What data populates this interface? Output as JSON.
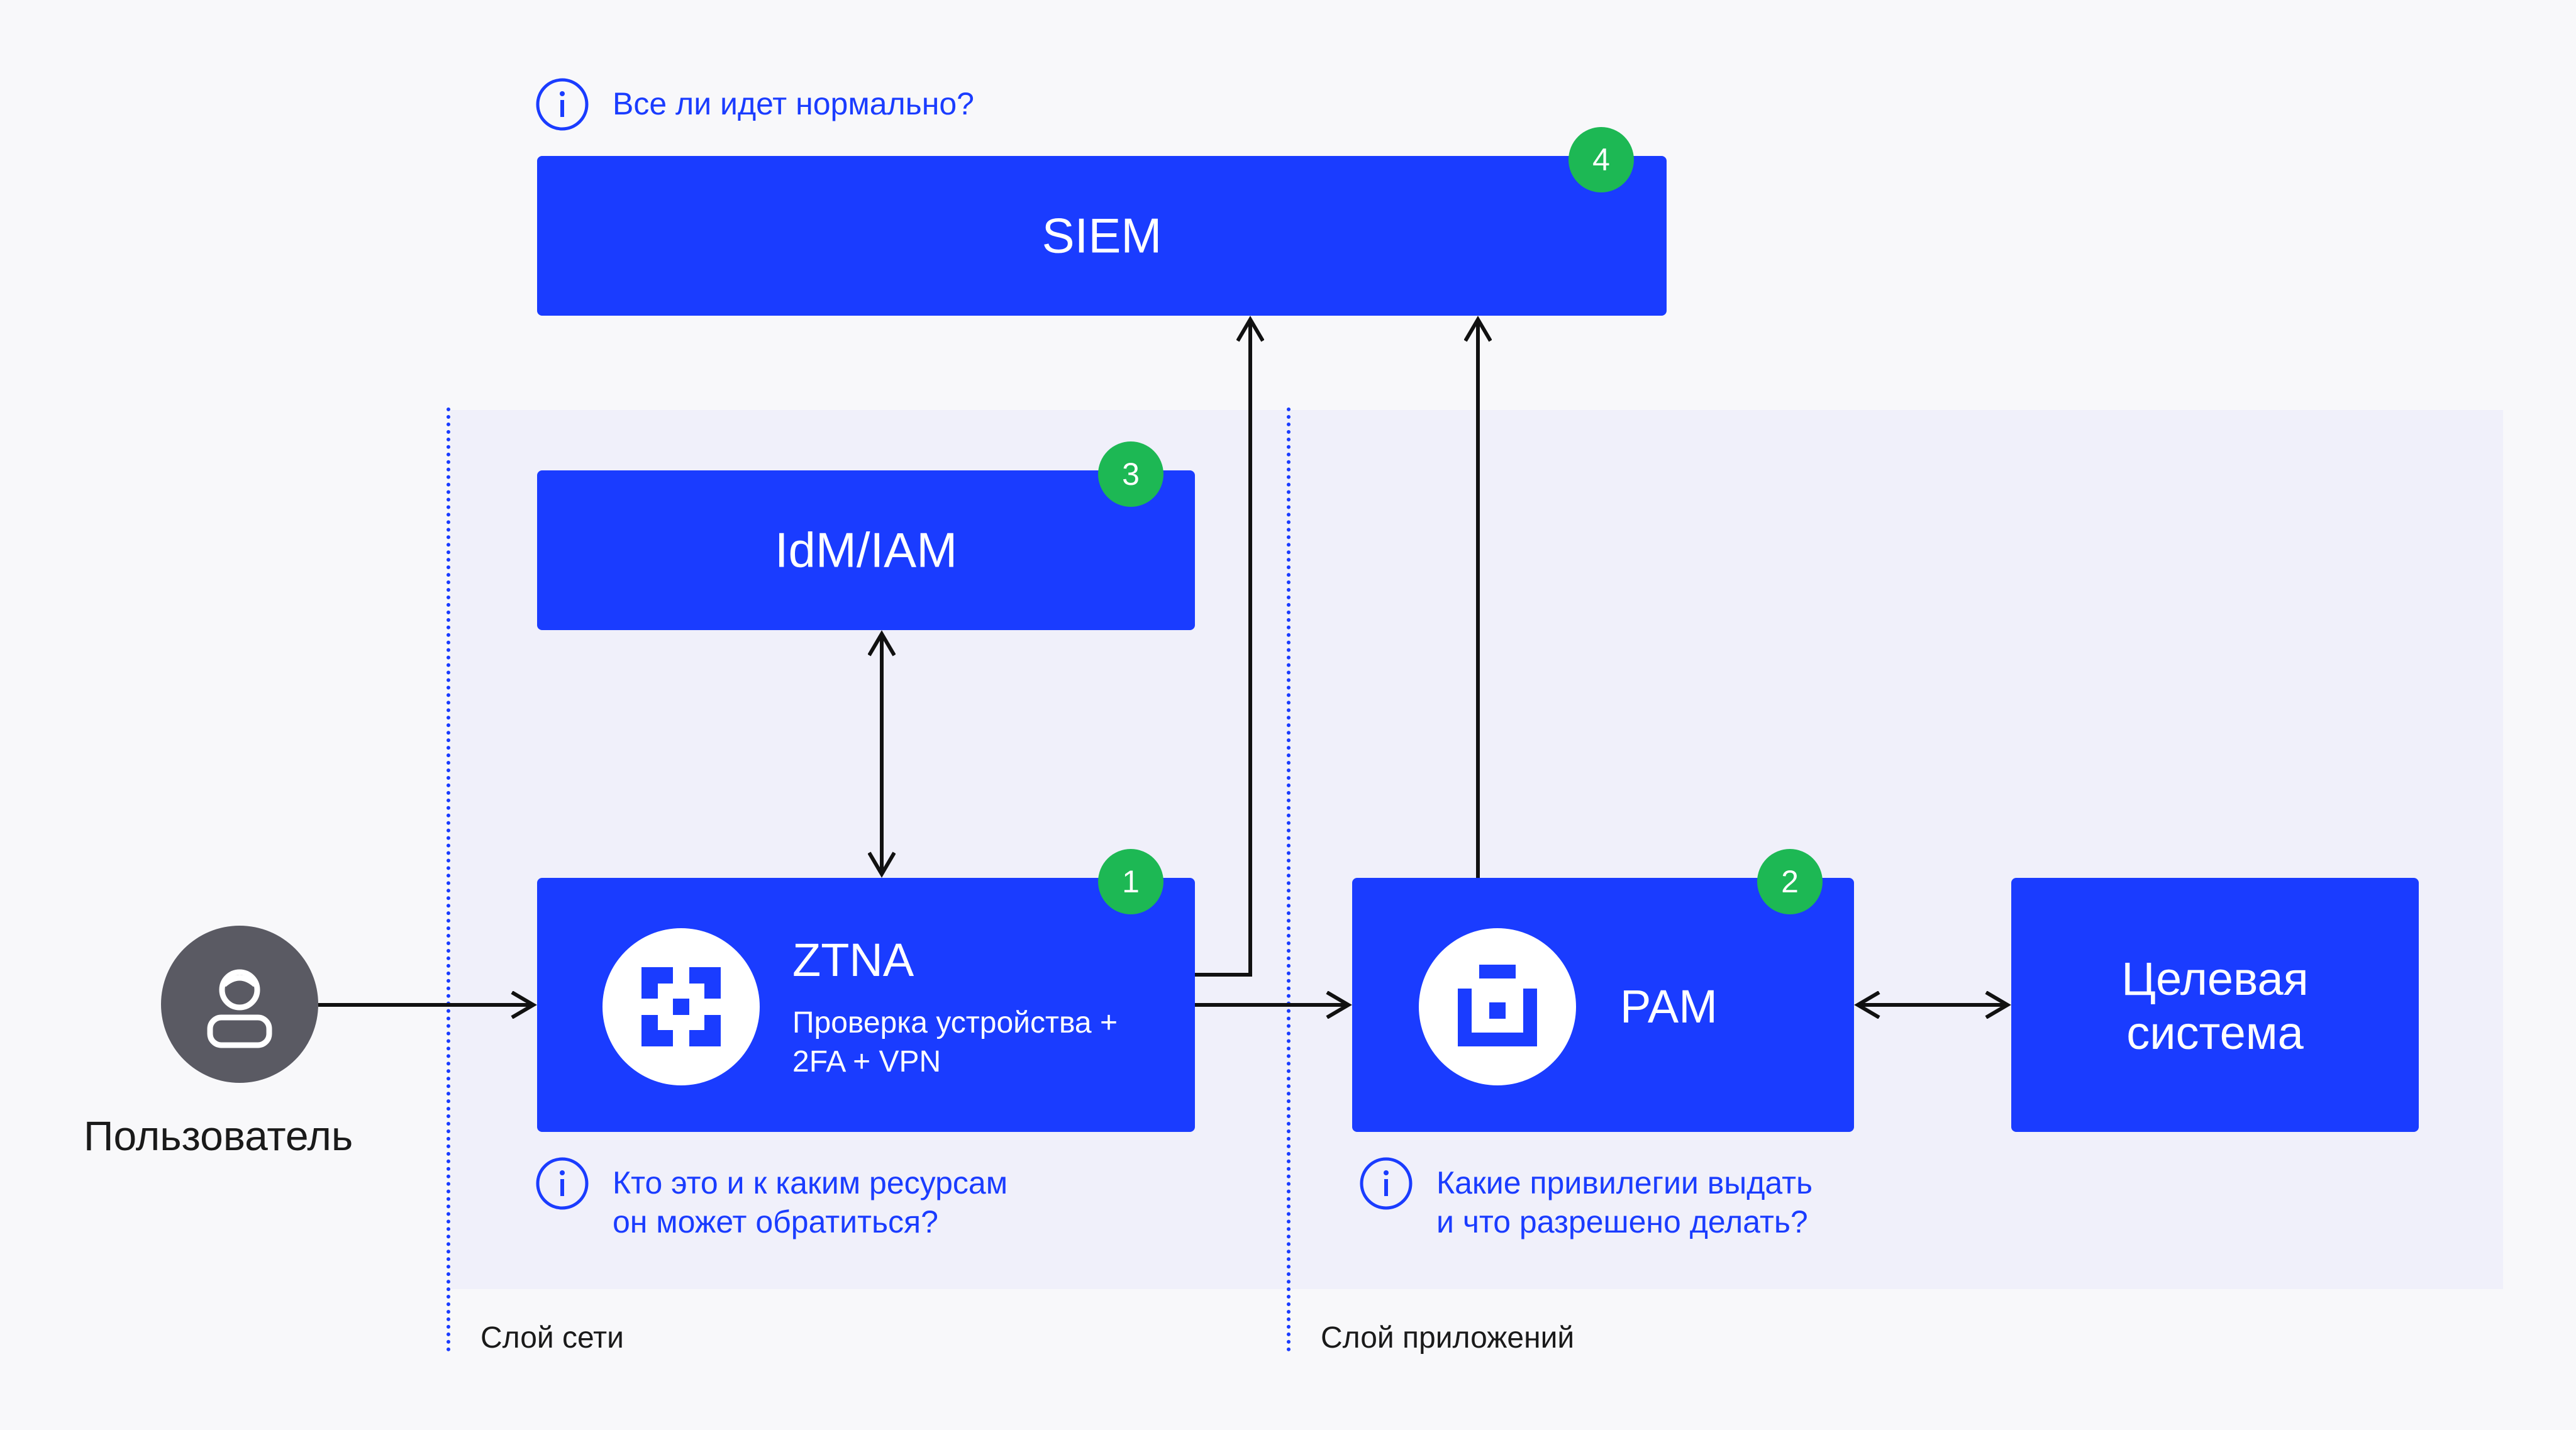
{
  "layers": {
    "network": "Слой сети",
    "applications": "Слой приложений"
  },
  "user": {
    "label": "Пользователь",
    "icon": "user-icon"
  },
  "notes": {
    "siem": [
      "Все ли идет нормально?"
    ],
    "ztna": [
      "Кто это и к каким ресурсам",
      "он может обратиться?"
    ],
    "pam": [
      "Какие привилегии выдать",
      "и что разрешено делать?"
    ]
  },
  "boxes": {
    "siem": {
      "title": "SIEM",
      "badge": "4"
    },
    "idm": {
      "title": "IdM/IAM",
      "badge": "3"
    },
    "ztna": {
      "title": "ZTNA",
      "subtitle_lines": [
        "Проверка устройства +",
        "2FA + VPN"
      ],
      "badge": "1",
      "icon": "ztna-logo-icon"
    },
    "pam": {
      "title": "PAM",
      "badge": "2",
      "icon": "pam-logo-icon"
    },
    "target": {
      "title_lines": [
        "Целевая",
        "система"
      ]
    }
  },
  "colors": {
    "box": "#1a3cff",
    "badge": "#1db854",
    "zone": "#f0f0fa",
    "avatar": "#5a5a63"
  }
}
